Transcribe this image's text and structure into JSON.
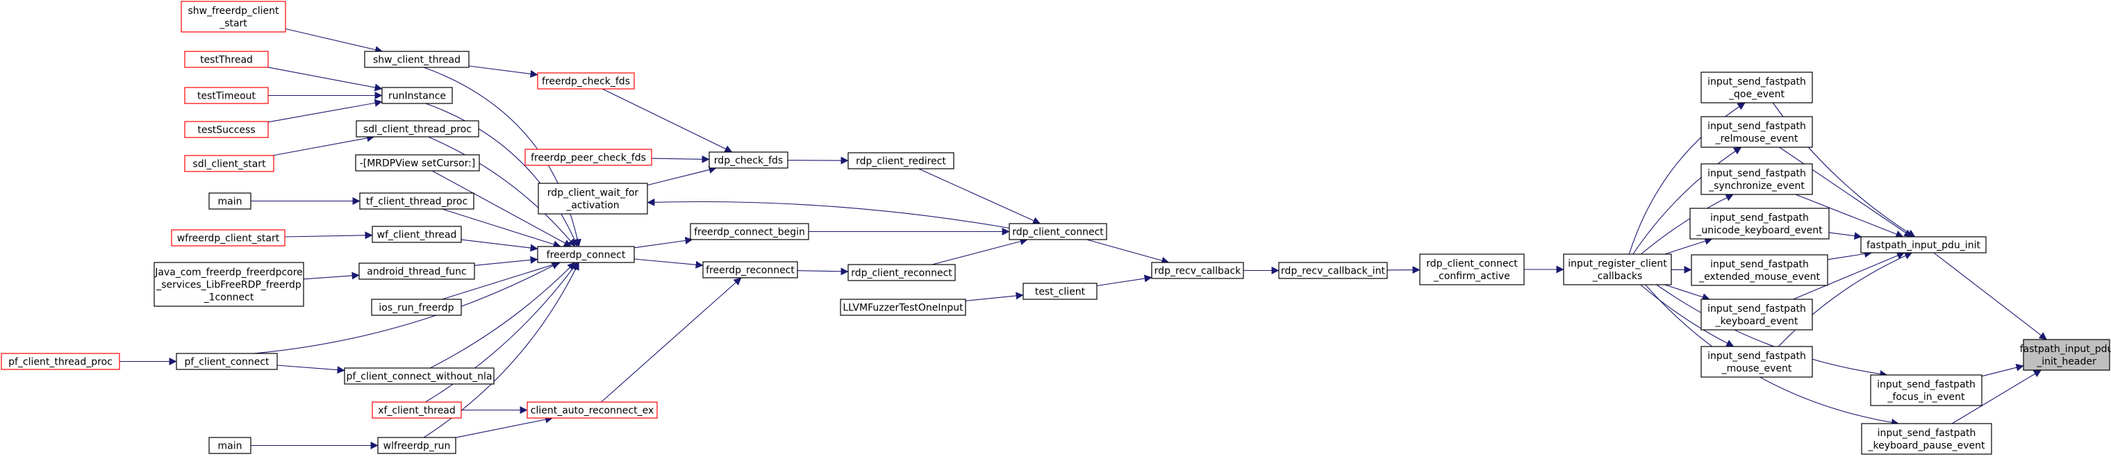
{
  "graph": {
    "colors": {
      "edge": "#191970",
      "red_border": "#ff0000",
      "black_border": "#000000",
      "focus_fill": "#bfbfbf"
    },
    "nodes": [
      {
        "id": "n_shw_start",
        "lines": [
          "shw_freerdp_client",
          "_start"
        ],
        "border": "red"
      },
      {
        "id": "n_testThread",
        "lines": [
          "testThread"
        ],
        "border": "red"
      },
      {
        "id": "n_testTimeout",
        "lines": [
          "testTimeout"
        ],
        "border": "red"
      },
      {
        "id": "n_testSuccess",
        "lines": [
          "testSuccess"
        ],
        "border": "red"
      },
      {
        "id": "n_sdl_start",
        "lines": [
          "sdl_client_start"
        ],
        "border": "red"
      },
      {
        "id": "n_mrdp",
        "lines": [
          "-[MRDPView setCursor:]"
        ],
        "border": "black"
      },
      {
        "id": "n_main1",
        "lines": [
          "main"
        ],
        "border": "black"
      },
      {
        "id": "n_wf_start",
        "lines": [
          "wfreerdp_client_start"
        ],
        "border": "red"
      },
      {
        "id": "n_java",
        "lines": [
          "Java_com_freerdp_freerdpcore",
          "_services_LibFreeRDP_freerdp",
          "_1connect"
        ],
        "border": "black"
      },
      {
        "id": "n_pf_thread_proc",
        "lines": [
          "pf_client_thread_proc"
        ],
        "border": "red"
      },
      {
        "id": "n_main2",
        "lines": [
          "main"
        ],
        "border": "black"
      },
      {
        "id": "n_shw_thread",
        "lines": [
          "shw_client_thread"
        ],
        "border": "black"
      },
      {
        "id": "n_runInstance",
        "lines": [
          "runInstance"
        ],
        "border": "black"
      },
      {
        "id": "n_sdl_proc",
        "lines": [
          "sdl_client_thread_proc"
        ],
        "border": "black"
      },
      {
        "id": "n_tf_proc",
        "lines": [
          "tf_client_thread_proc"
        ],
        "border": "black"
      },
      {
        "id": "n_wf_thread",
        "lines": [
          "wf_client_thread"
        ],
        "border": "black"
      },
      {
        "id": "n_android",
        "lines": [
          "android_thread_func"
        ],
        "border": "black"
      },
      {
        "id": "n_ios",
        "lines": [
          "ios_run_freerdp"
        ],
        "border": "black"
      },
      {
        "id": "n_pf_connect",
        "lines": [
          "pf_client_connect"
        ],
        "border": "black"
      },
      {
        "id": "n_pf_nla",
        "lines": [
          "pf_client_connect_without_nla"
        ],
        "border": "black"
      },
      {
        "id": "n_xf_thread",
        "lines": [
          "xf_client_thread"
        ],
        "border": "red"
      },
      {
        "id": "n_wlf_run",
        "lines": [
          "wlfreerdp_run"
        ],
        "border": "black"
      },
      {
        "id": "n_check_fds",
        "lines": [
          "freerdp_check_fds"
        ],
        "border": "red"
      },
      {
        "id": "n_peer_check",
        "lines": [
          "freerdp_peer_check_fds"
        ],
        "border": "red"
      },
      {
        "id": "n_wait",
        "lines": [
          "rdp_client_wait_for",
          "_activation"
        ],
        "border": "black"
      },
      {
        "id": "n_freerdp_connect",
        "lines": [
          "freerdp_connect"
        ],
        "border": "black"
      },
      {
        "id": "n_auto_reconnect",
        "lines": [
          "client_auto_reconnect_ex"
        ],
        "border": "red"
      },
      {
        "id": "n_rdp_check_fds",
        "lines": [
          "rdp_check_fds"
        ],
        "border": "black"
      },
      {
        "id": "n_connect_begin",
        "lines": [
          "freerdp_connect_begin"
        ],
        "border": "black"
      },
      {
        "id": "n_reconnect",
        "lines": [
          "freerdp_reconnect"
        ],
        "border": "black"
      },
      {
        "id": "n_llvm",
        "lines": [
          "LLVMFuzzerTestOneInput"
        ],
        "border": "black"
      },
      {
        "id": "n_redirect",
        "lines": [
          "rdp_client_redirect"
        ],
        "border": "black"
      },
      {
        "id": "n_client_reconnect",
        "lines": [
          "rdp_client_reconnect"
        ],
        "border": "black"
      },
      {
        "id": "n_test_client",
        "lines": [
          "test_client"
        ],
        "border": "black"
      },
      {
        "id": "n_client_connect",
        "lines": [
          "rdp_client_connect"
        ],
        "border": "black"
      },
      {
        "id": "n_recv_cb",
        "lines": [
          "rdp_recv_callback"
        ],
        "border": "black"
      },
      {
        "id": "n_recv_cb_int",
        "lines": [
          "rdp_recv_callback_int"
        ],
        "border": "black"
      },
      {
        "id": "n_confirm_active",
        "lines": [
          "rdp_client_connect",
          "_confirm_active"
        ],
        "border": "black"
      },
      {
        "id": "n_register_cb",
        "lines": [
          "input_register_client",
          "_callbacks"
        ],
        "border": "black"
      },
      {
        "id": "n_qoe",
        "lines": [
          "input_send_fastpath",
          "_qoe_event"
        ],
        "border": "black"
      },
      {
        "id": "n_relmouse",
        "lines": [
          "input_send_fastpath",
          "_relmouse_event"
        ],
        "border": "black"
      },
      {
        "id": "n_sync",
        "lines": [
          "input_send_fastpath",
          "_synchronize_event"
        ],
        "border": "black"
      },
      {
        "id": "n_unicode",
        "lines": [
          "input_send_fastpath",
          "_unicode_keyboard_event"
        ],
        "border": "black"
      },
      {
        "id": "n_ext_mouse",
        "lines": [
          "input_send_fastpath",
          "_extended_mouse_event"
        ],
        "border": "black"
      },
      {
        "id": "n_keyboard",
        "lines": [
          "input_send_fastpath",
          "_keyboard_event"
        ],
        "border": "black"
      },
      {
        "id": "n_mouse",
        "lines": [
          "input_send_fastpath",
          "_mouse_event"
        ],
        "border": "black"
      },
      {
        "id": "n_focus_in",
        "lines": [
          "input_send_fastpath",
          "_focus_in_event"
        ],
        "border": "black"
      },
      {
        "id": "n_kb_pause",
        "lines": [
          "input_send_fastpath",
          "_keyboard_pause_event"
        ],
        "border": "black"
      },
      {
        "id": "n_pdu_init",
        "lines": [
          "fastpath_input_pdu_init"
        ],
        "border": "black"
      },
      {
        "id": "n_pdu_header",
        "lines": [
          "fastpath_input_pdu",
          "_init_header"
        ],
        "border": "focus"
      }
    ],
    "edges": [
      [
        "n_shw_start",
        "n_shw_thread"
      ],
      [
        "n_testThread",
        "n_runInstance"
      ],
      [
        "n_testTimeout",
        "n_runInstance"
      ],
      [
        "n_testSuccess",
        "n_runInstance"
      ],
      [
        "n_sdl_start",
        "n_sdl_proc"
      ],
      [
        "n_main1",
        "n_tf_proc"
      ],
      [
        "n_wf_start",
        "n_wf_thread"
      ],
      [
        "n_pf_thread_proc",
        "n_pf_connect"
      ],
      [
        "n_main2",
        "n_wlf_run"
      ],
      [
        "n_shw_thread",
        "n_check_fds"
      ],
      [
        "n_shw_thread",
        "n_freerdp_connect"
      ],
      [
        "n_runInstance",
        "n_freerdp_connect"
      ],
      [
        "n_sdl_proc",
        "n_freerdp_connect"
      ],
      [
        "n_mrdp",
        "n_freerdp_connect"
      ],
      [
        "n_tf_proc",
        "n_freerdp_connect"
      ],
      [
        "n_wf_thread",
        "n_freerdp_connect"
      ],
      [
        "n_android",
        "n_freerdp_connect"
      ],
      [
        "n_java",
        "n_android"
      ],
      [
        "n_ios",
        "n_freerdp_connect"
      ],
      [
        "n_pf_connect",
        "n_freerdp_connect"
      ],
      [
        "n_pf_connect",
        "n_pf_nla"
      ],
      [
        "n_pf_nla",
        "n_freerdp_connect"
      ],
      [
        "n_xf_thread",
        "n_freerdp_connect"
      ],
      [
        "n_xf_thread",
        "n_auto_reconnect"
      ],
      [
        "n_wlf_run",
        "n_freerdp_connect"
      ],
      [
        "n_wlf_run",
        "n_auto_reconnect"
      ],
      [
        "n_check_fds",
        "n_rdp_check_fds"
      ],
      [
        "n_peer_check",
        "n_rdp_check_fds"
      ],
      [
        "n_wait",
        "n_rdp_check_fds"
      ],
      [
        "n_client_connect",
        "n_wait"
      ],
      [
        "n_freerdp_connect",
        "n_connect_begin"
      ],
      [
        "n_freerdp_connect",
        "n_reconnect"
      ],
      [
        "n_auto_reconnect",
        "n_reconnect"
      ],
      [
        "n_rdp_check_fds",
        "n_redirect"
      ],
      [
        "n_connect_begin",
        "n_client_connect"
      ],
      [
        "n_reconnect",
        "n_client_reconnect"
      ],
      [
        "n_llvm",
        "n_test_client"
      ],
      [
        "n_redirect",
        "n_client_connect"
      ],
      [
        "n_client_reconnect",
        "n_client_connect"
      ],
      [
        "n_client_connect",
        "n_recv_cb"
      ],
      [
        "n_test_client",
        "n_recv_cb"
      ],
      [
        "n_recv_cb",
        "n_recv_cb_int"
      ],
      [
        "n_recv_cb_int",
        "n_confirm_active"
      ],
      [
        "n_confirm_active",
        "n_register_cb"
      ],
      [
        "n_register_cb",
        "n_qoe"
      ],
      [
        "n_register_cb",
        "n_relmouse"
      ],
      [
        "n_register_cb",
        "n_sync"
      ],
      [
        "n_register_cb",
        "n_unicode"
      ],
      [
        "n_register_cb",
        "n_ext_mouse"
      ],
      [
        "n_register_cb",
        "n_keyboard"
      ],
      [
        "n_register_cb",
        "n_mouse"
      ],
      [
        "n_register_cb",
        "n_focus_in"
      ],
      [
        "n_register_cb",
        "n_kb_pause"
      ],
      [
        "n_qoe",
        "n_pdu_init"
      ],
      [
        "n_relmouse",
        "n_pdu_init"
      ],
      [
        "n_sync",
        "n_pdu_init"
      ],
      [
        "n_unicode",
        "n_pdu_init"
      ],
      [
        "n_ext_mouse",
        "n_pdu_init"
      ],
      [
        "n_keyboard",
        "n_pdu_init"
      ],
      [
        "n_mouse",
        "n_pdu_init"
      ],
      [
        "n_pdu_init",
        "n_pdu_header"
      ],
      [
        "n_focus_in",
        "n_pdu_header"
      ],
      [
        "n_kb_pause",
        "n_pdu_header"
      ]
    ]
  }
}
